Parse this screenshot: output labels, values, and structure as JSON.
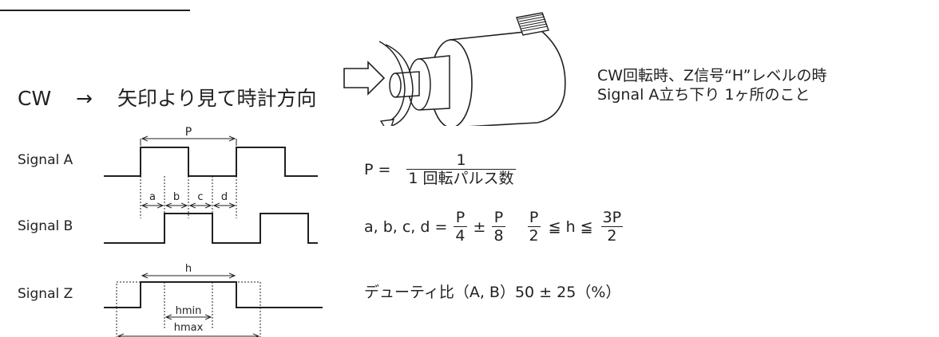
{
  "header": {
    "cw_label": "CW",
    "arrow_glyph": "→",
    "cw_description": "矢印より見て時計方向",
    "z_note_line1": "CW回転時、Z信号“H”レベルの時",
    "z_note_line2": "Signal A立ち下り 1ヶ所のこと"
  },
  "signals": {
    "a_label": "Signal A",
    "b_label": "Signal B",
    "z_label": "Signal Z"
  },
  "dimensions": {
    "p": "P",
    "a": "a",
    "b": "b",
    "c": "c",
    "d": "d",
    "h": "h",
    "hmin": "hmin",
    "hmax": "hmax"
  },
  "formulas": {
    "p_lhs": "P =",
    "p_num": "1",
    "p_den": "1 回転パルス数",
    "abcd_lhs": "a, b, c, d =",
    "abcd_f1_num": "P",
    "abcd_f1_den": "4",
    "pm": "±",
    "abcd_f2_num": "P",
    "abcd_f2_den": "8",
    "h_f1_num": "P",
    "h_f1_den": "2",
    "le1": "≦ h ≦",
    "h_f2_num": "3P",
    "h_f2_den": "2",
    "duty": "デューティ比（A, B）50 ± 25（%）"
  },
  "icons": {
    "encoder": "rotary-encoder-illustration"
  }
}
